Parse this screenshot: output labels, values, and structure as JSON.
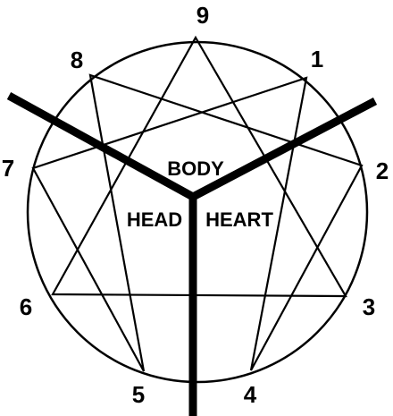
{
  "diagram": {
    "points": [
      {
        "id": 9,
        "label": "9"
      },
      {
        "id": 1,
        "label": "1"
      },
      {
        "id": 2,
        "label": "2"
      },
      {
        "id": 3,
        "label": "3"
      },
      {
        "id": 4,
        "label": "4"
      },
      {
        "id": 5,
        "label": "5"
      },
      {
        "id": 6,
        "label": "6"
      },
      {
        "id": 7,
        "label": "7"
      },
      {
        "id": 8,
        "label": "8"
      }
    ],
    "triangle": [
      3,
      6,
      9
    ],
    "hexad": [
      1,
      4,
      2,
      8,
      5,
      7
    ],
    "centers": {
      "body": "BODY",
      "head": "HEAD",
      "heart": "HEART"
    },
    "colors": {
      "stroke": "#000000",
      "background": "#ffffff"
    }
  }
}
